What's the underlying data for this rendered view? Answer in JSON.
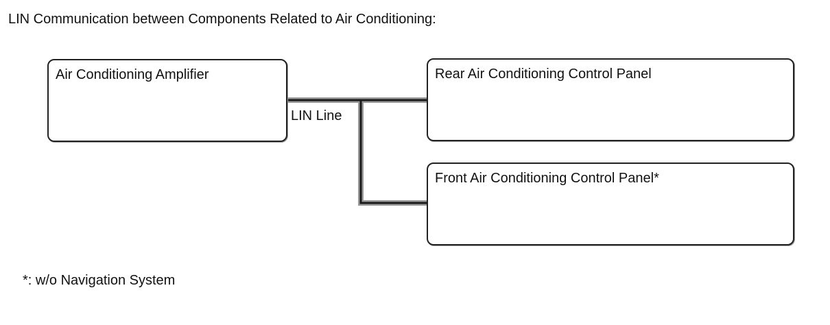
{
  "diagram": {
    "title": "LIN Communication between Components Related to Air Conditioning:",
    "nodes": {
      "amplifier": {
        "label": "Air Conditioning Amplifier"
      },
      "rear_panel": {
        "label": "Rear Air Conditioning Control Panel"
      },
      "front_panel": {
        "label": "Front Air Conditioning Control Panel*"
      }
    },
    "line_label": "LIN Line",
    "edges": [
      {
        "from": "amplifier",
        "to": "rear_panel",
        "label": "LIN Line"
      },
      {
        "from": "amplifier",
        "to": "front_panel",
        "label": "LIN Line"
      }
    ],
    "footnote": "*: w/o Navigation System"
  },
  "colors": {
    "wire_outer": "#9a9a9a",
    "wire_inner": "#1a1a1a",
    "box_border": "#222222"
  }
}
